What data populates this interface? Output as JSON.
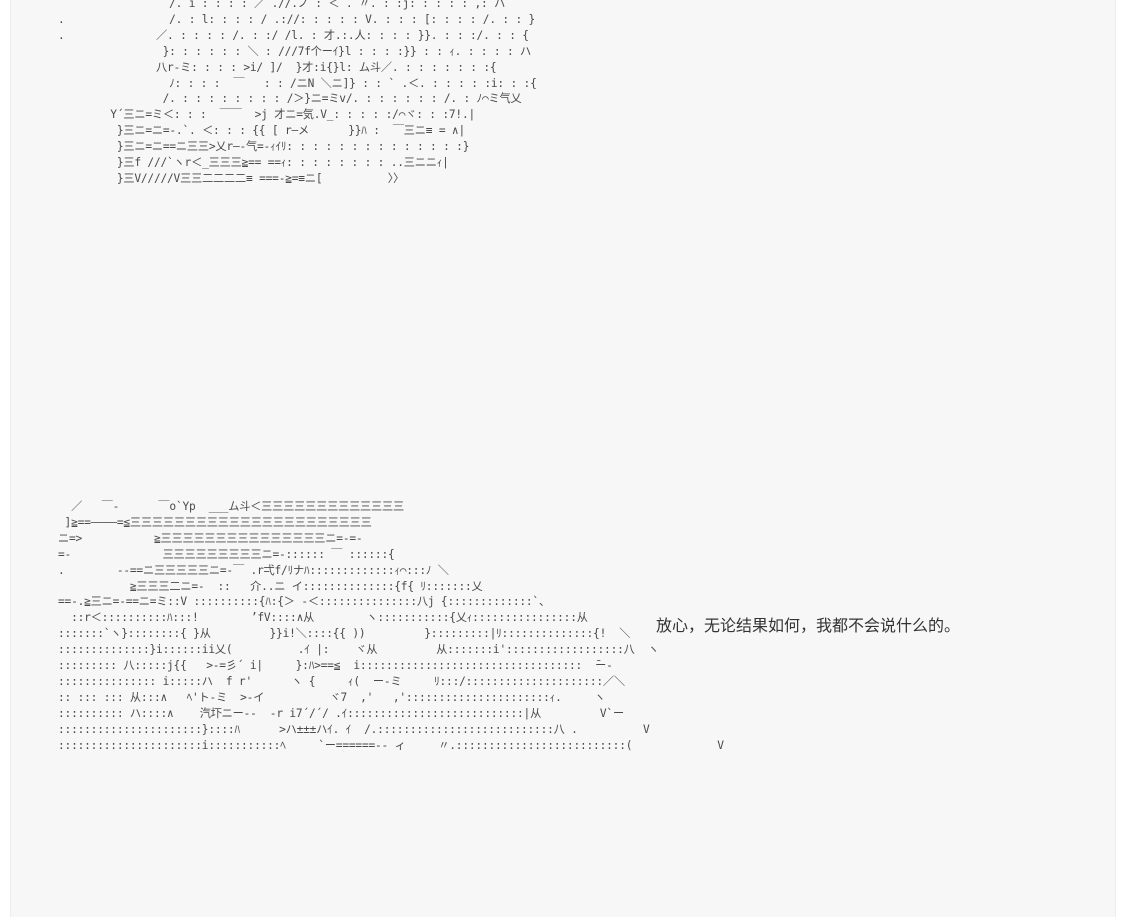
{
  "art": {
    "top_lines": [
      "                 /. i : : : : ／ .//.ノ : ＜ . 〃. : :j: : : : : ,: ハ",
      ".                /. : l: : : : / .://: : : : : V. : : : [: : : : /. : : }",
      ".              ／. : : : : /. : :/ /l. : 才.:.人: : : : }}. : : :/. : : {",
      "                }: : : : : : ＼ : ///7f个ーｲ}l : : : :}} : : ｨ. : : : : ハ",
      "               八r-ミ: : : : >i/ ]/  }才:i{}l: ム斗／. : : : : : : :{",
      "                 ﾉ: : : :  ￣   : : /ニN ＼ニ]} : : ` .＜. : : : : :i: : :{",
      "                /. : : : : : : : : /＞}ニ=ミv/. : : : : : : /. : ﾉ⌒ミ气乂",
      "        Y´三ニ=ミ＜: : :  ￣￣  >j 才ニ=気.V_: : : : :/⌒ヾ: : :7!.|",
      "         }三ニ=ニ=-.`. ＜: : : {{ [ r―メ      }}ﾊ :  ￣三ニ≡ = ∧|",
      "         }三ニ=ニ==ニ三三>乂r―-气=-ｨｲﾘ: : : : : : : : : : : : : :}",
      "         }三f ///`ヽr＜_三三三≧== ==ｨ: : : : : : : : ..三ニニｨ|",
      "         }三V/////V三三二二二二≡ ===-≧=≡ニ[          〉〉"
    ],
    "bottom_lines": [
      "  ／   ￣-      ￣o`Yp  ___ム斗＜三三三三三三三三三三三三三",
      " ]≧==――――=≦三三三三三三三三三三三三三三三三三三三三三三",
      "ニ=>           ≧三三三三三三三三三三三三三三三ニ=-=-",
      "=-              三三三三三三三三三ニ=-:::::: ￣ ::::::{",
      ".        --==ニ三三三三三ニ=-￣ .r弌f/ﾘナﾊ:::::::::::::ｨ⌒:::ﾉ ＼",
      "           ≧三三三二ニ=-  ::   介..ニ イ::::::::::::::{f{ ﾘ:::::::乂",
      "==-.≧三ニ=-==ニ=ミ::V ::::::::::{ﾊ:{＞ -＜:::::::::::::::八j {:::::::::::::`、",
      "  ::r＜::::::::::ﾊ:::!        ’fV::::∧从        ヽ:::::::::::{乂ｨ::::::::::::::::从",
      ":::::::`ヽ}::::::::{ }从         }}i!＼::::{{ ))         }:::::::::|ﾘ::::::::::::::{!  ＼",
      "::::::::::::::}i::::::ii乂(          .ｲ |:    ヾ从         从:::::::i'::::::::::::::::::八  ヽ",
      "::::::::: 八:::::j{{   >-=彡´ i|     }:ﾊ>==≦  i::::::::::::::::::::::::::::::::::  ̄ー-",
      "::::::::::::::: i:::::ハ  f r'      ヽ {     ｨ(  ー-ミ     ﾘ:::/:::::::::::::::::::::／＼",
      ":: ::: ::: 从:::∧   ﾍ'ト-ミ  >-イ          ヾ7  ,'   ,'::::::::::::::::::::::ｨ.     ヽ",
      ":::::::::: ハ::::∧    汽圷ニー--  -r i7´/´/ .ｲ:::::::::::::::::::::::::::|从         V`ー",
      "::::::::::::::::::::::}::::ﾊ      >ハ±±±ハｲ. ｲ  /.:::::::::::::::::::::::::::八 .          V",
      "::::::::::::::::::::::i:::::::::::ﾍ     `ー======-- ィ     〃.::::::::::::::::::::::::::(             V"
    ]
  },
  "dialogue": {
    "text": "放心，无论结果如何，我都不会说什么的。"
  }
}
